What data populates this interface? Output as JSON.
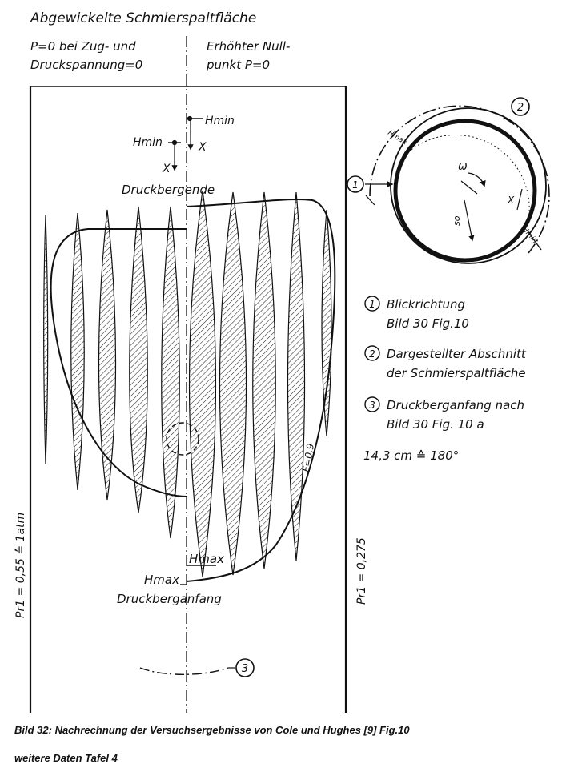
{
  "title": "Abgewickelte Schmierspaltfläche",
  "left_header": [
    "P=0 bei Zug- und",
    "Druckspannung=0"
  ],
  "right_header": [
    "Erhöhter Null-",
    "punkt P=0"
  ],
  "labels": {
    "hmin_right": "Hmin",
    "hmin_left": "Hmin",
    "x_right": "X",
    "x_left": "X",
    "druckbergende": "Druckbergende",
    "hmax_upper": "Hmax",
    "hmax_lower": "Hmax",
    "druckberganfang": "Druckberganfang",
    "f_value": "F=0,9",
    "pr_left": "Pr1 = 0,55 ≙ 1atm",
    "pr_right": "Pr1 = 0,275"
  },
  "markers": {
    "m1": "1",
    "m2": "2",
    "m3": "3"
  },
  "bearing": {
    "hmax": "Hmax",
    "hmin": "Hmin",
    "omega": "ω",
    "so": "so",
    "x": "X"
  },
  "legend": [
    {
      "num": "1",
      "lines": [
        "Blickrichtung",
        "Bild 30 Fig.10"
      ]
    },
    {
      "num": "2",
      "lines": [
        "Dargestellter Abschnitt",
        "der Schmierspaltfläche"
      ]
    },
    {
      "num": "3",
      "lines": [
        "Druckberganfang nach",
        "Bild 30 Fig. 10 a"
      ]
    }
  ],
  "scale_note": "14,3 cm ≙ 180°",
  "caption": [
    "Bild 32: Nachrechnung der Versuchsergebnisse von Cole und Hughes [9] Fig.10",
    "weitere Daten Tafel 4"
  ]
}
